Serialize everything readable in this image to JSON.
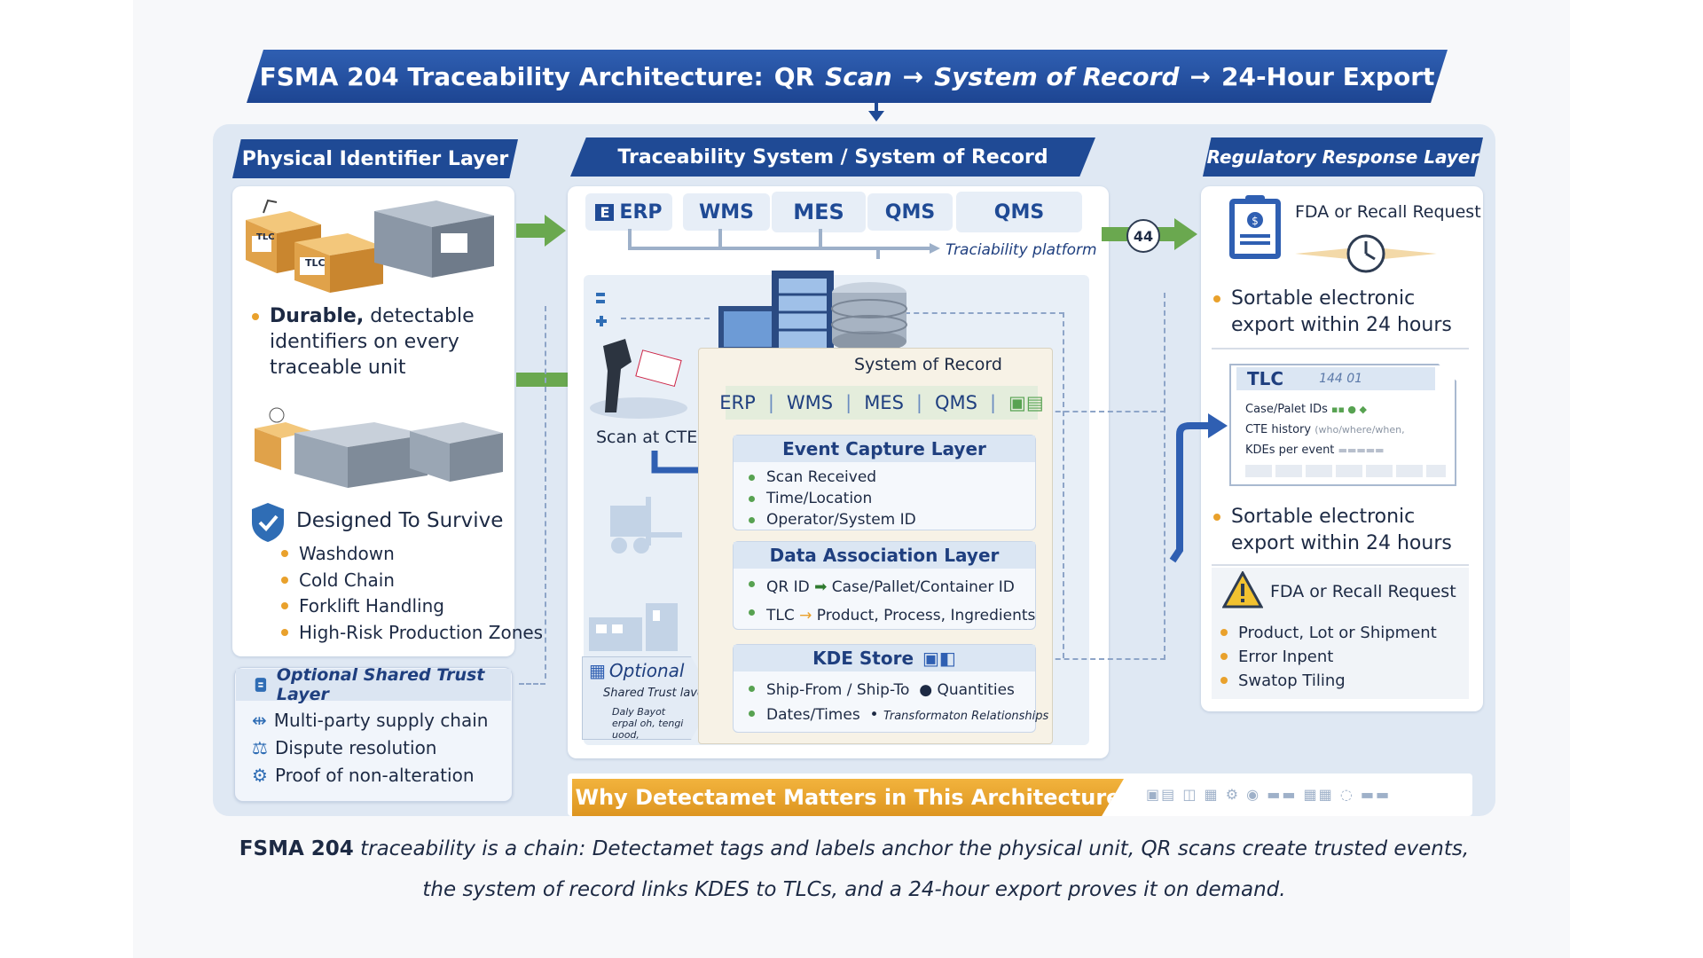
{
  "title": {
    "part1": "FSMA 204 Traceability Architecture:",
    "part2": "QR",
    "part3": "Scan",
    "arrow1": "→",
    "part4": "System of Record",
    "arrow2": "→",
    "part5": "24-Hour Export"
  },
  "left": {
    "header": "Physical Identifier Layer",
    "box_label_1": "TLC",
    "box_label_2": "TLC",
    "bullet_bold": "Durable,",
    "bullet_rest": "detectable identifiers on every traceable unit",
    "shield_title": "Designed To Survive",
    "survive_items": [
      "Washdown",
      "Cold Chain",
      "Forklift Handling",
      "High-Risk Production Zones"
    ],
    "trust_title": "Optional Shared Trust Layer",
    "trust_items": [
      "Multi-party supply chain",
      "Dispute resolution",
      "Proof of non-alteration"
    ]
  },
  "middle": {
    "header": "Traceability System / System of Record",
    "systems": [
      "ERP",
      "WMS",
      "MES",
      "QMS",
      "QMS"
    ],
    "platform_label": "Traciability platform",
    "scan_label": "Scan at CTE",
    "sor_label": "System of Record",
    "sor_systems": [
      "ERP",
      "WMS",
      "MES",
      "QMS"
    ],
    "event_title": "Event Capture Layer",
    "event_items": [
      "Scan Received",
      "Time/Location",
      "Operator/System ID"
    ],
    "assoc_title": "Data Association Layer",
    "assoc_row1_a": "QR ID",
    "assoc_row1_b": "Case/Pallet/Container ID",
    "assoc_row2_a": "TLC",
    "assoc_row2_b": "Product, Process, Ingredients",
    "kde_title": "KDE Store",
    "kde_row1_a": "Ship-From / Ship-To",
    "kde_row1_b": "Quantities",
    "kde_row2_a": "Dates/Times",
    "kde_row2_b": "Transformaton Relationships",
    "optional_title": "Optional",
    "optional_sub": "Shared Trust laver",
    "optional_note": "Daly Bayot erpal oh, tengi uood,"
  },
  "right": {
    "header": "Regulatory Response Layer",
    "badge": "44",
    "request_label": "FDA or Recall Request",
    "export_1": "Sortable electronic export within 24 hours",
    "doc_tlc": "TLC",
    "doc_num": "144 01",
    "doc_rows": [
      "Case/Palet IDs",
      "CTE history",
      "KDEs per event"
    ],
    "doc_row2_note": "(who/where/when,",
    "export_2": "Sortable electronic export within 24 hours",
    "warn_title": "FDA or Recall Request",
    "warn_items": [
      "Product, Lot or Shipment",
      "Error Inpent",
      "Swatop Tiling"
    ]
  },
  "why_banner": "Why Detectamet Matters in This Architecture",
  "caption": {
    "line1_bold": "FSMA 204",
    "line1_rest": "traceability is a chain: Detectamet tags and labels anchor the physical unit, QR scans create trusted events,",
    "line2": "the system of record links KDES to TLCs, and a 24-hour export proves it on demand."
  },
  "colors": {
    "navy": "#1f4a95",
    "green_arrow": "#6aa84f",
    "orange": "#e9a12c",
    "frame": "#dfe8f3"
  }
}
